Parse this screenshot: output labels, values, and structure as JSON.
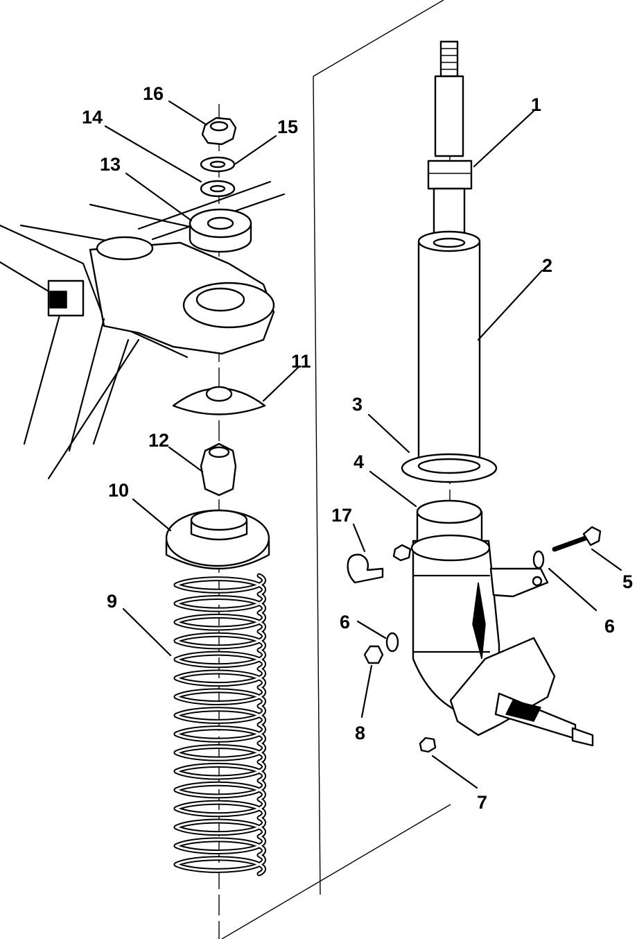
{
  "callouts": [
    {
      "id": "1",
      "text": "1"
    },
    {
      "id": "2",
      "text": "2"
    },
    {
      "id": "3",
      "text": "3"
    },
    {
      "id": "4",
      "text": "4"
    },
    {
      "id": "5",
      "text": "5"
    },
    {
      "id": "6a",
      "text": "6"
    },
    {
      "id": "6b",
      "text": "6"
    },
    {
      "id": "7",
      "text": "7"
    },
    {
      "id": "8",
      "text": "8"
    },
    {
      "id": "9",
      "text": "9"
    },
    {
      "id": "10",
      "text": "10"
    },
    {
      "id": "11",
      "text": "11"
    },
    {
      "id": "12",
      "text": "12"
    },
    {
      "id": "13",
      "text": "13"
    },
    {
      "id": "14",
      "text": "14"
    },
    {
      "id": "15",
      "text": "15"
    },
    {
      "id": "16",
      "text": "16"
    },
    {
      "id": "17",
      "text": "17"
    }
  ]
}
